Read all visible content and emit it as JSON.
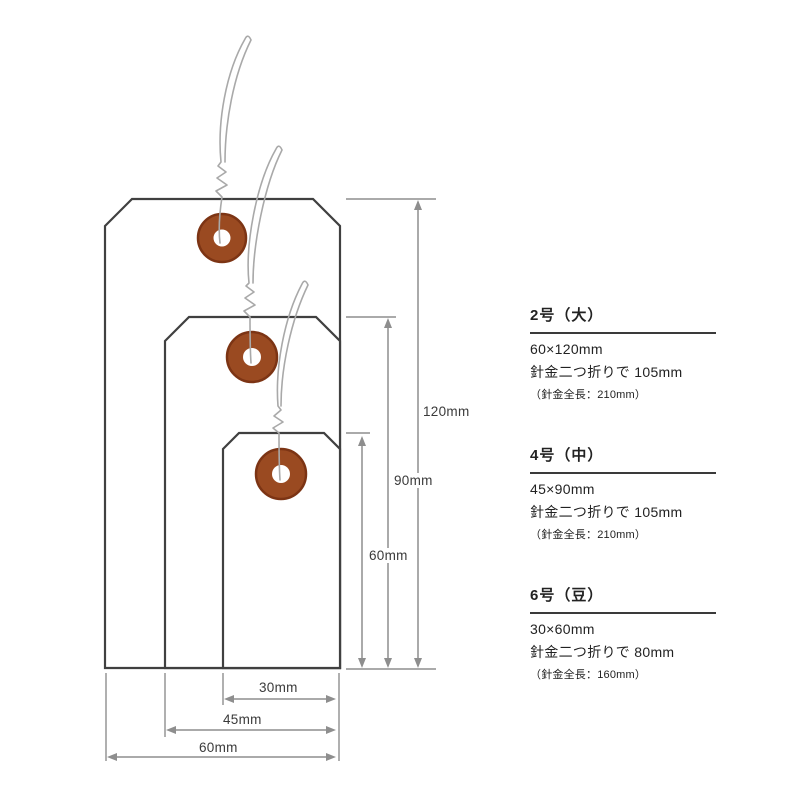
{
  "diagram": {
    "dimension_labels": {
      "height_large": "120mm",
      "height_medium": "90mm",
      "height_small": "60mm",
      "width_small": "30mm",
      "width_medium": "45mm",
      "width_large": "60mm"
    }
  },
  "specs": [
    {
      "title": "2号（大）",
      "size": "60×120mm",
      "wire": "針金二つ折りで 105mm",
      "wire_total": "（針金全長：210mm）"
    },
    {
      "title": "4号（中）",
      "size": "45×90mm",
      "wire": "針金二つ折りで 105mm",
      "wire_total": "（針金全長：210mm）"
    },
    {
      "title": "6号（豆）",
      "size": "30×60mm",
      "wire": "針金二つ折りで 80mm",
      "wire_total": "（針金全長：160mm）"
    }
  ],
  "colors": {
    "eyelet": "#9a4a21",
    "eyelet_rim": "#7c3414",
    "outline": "#404040",
    "wire": "#a9a9a9",
    "dimension": "#8e8e8e",
    "text": "#2e2e2e"
  }
}
